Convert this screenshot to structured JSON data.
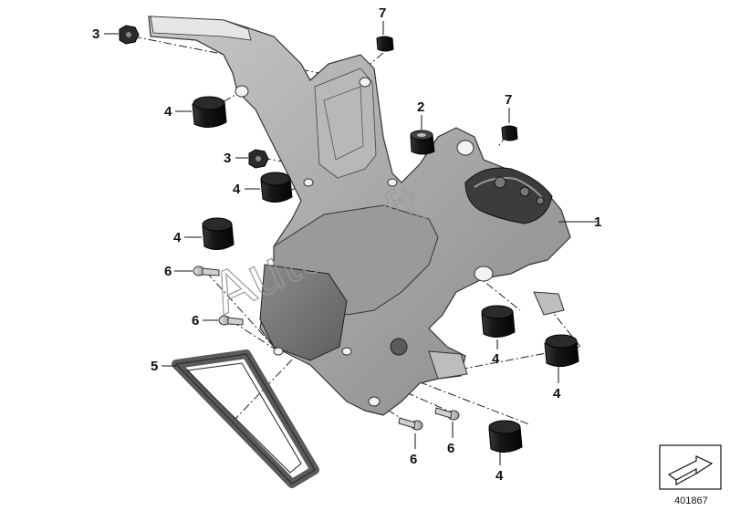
{
  "diagram": {
    "callouts": [
      {
        "id": "c1",
        "label": "1"
      },
      {
        "id": "c2",
        "label": "2"
      },
      {
        "id": "c3a",
        "label": "3"
      },
      {
        "id": "c3b",
        "label": "3"
      },
      {
        "id": "c4a",
        "label": "4"
      },
      {
        "id": "c4b",
        "label": "4"
      },
      {
        "id": "c4c",
        "label": "4"
      },
      {
        "id": "c4d",
        "label": "4"
      },
      {
        "id": "c4e",
        "label": "4"
      },
      {
        "id": "c4f",
        "label": "4"
      },
      {
        "id": "c5",
        "label": "5"
      },
      {
        "id": "c6a",
        "label": "6"
      },
      {
        "id": "c6b",
        "label": "6"
      },
      {
        "id": "c6c",
        "label": "6"
      },
      {
        "id": "c6d",
        "label": "6"
      },
      {
        "id": "c7a",
        "label": "7"
      },
      {
        "id": "c7b",
        "label": "7"
      }
    ],
    "watermark": "AutoSoft",
    "diagram_number": "401867",
    "colors": {
      "bracket": "#a9a9a9",
      "bracket_dark": "#6f6f6f",
      "rubber": "#1a1a1a",
      "gasket": "#6a6a6a"
    }
  }
}
